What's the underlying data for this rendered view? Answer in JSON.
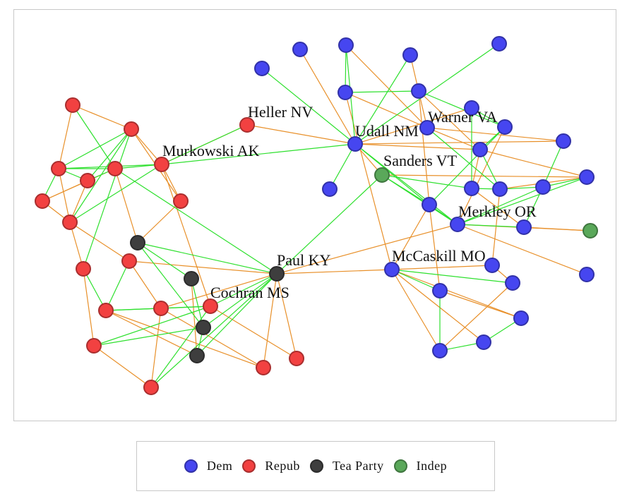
{
  "colors": {
    "dem": "#4646f0",
    "repub": "#f24141",
    "tea": "#3e3e3e",
    "indep": "#5aa85a",
    "edge_cross": "#e8902a",
    "edge_same": "#2ee02e"
  },
  "legend": {
    "items": [
      {
        "label": "Dem",
        "party": "dem"
      },
      {
        "label": "Repub",
        "party": "repub"
      },
      {
        "label": "Tea Party",
        "party": "tea"
      },
      {
        "label": "Indep",
        "party": "indep"
      }
    ]
  },
  "labels": {
    "heller": "Heller NV",
    "udall": "Udall NM",
    "warner": "Warner VA",
    "murkowski": "Murkowski AK",
    "sanders": "Sanders VT",
    "merkley": "Merkley OR",
    "paul": "Paul KY",
    "mccaskill": "McCaskill MO",
    "cochran": "Cochran MS"
  }
}
